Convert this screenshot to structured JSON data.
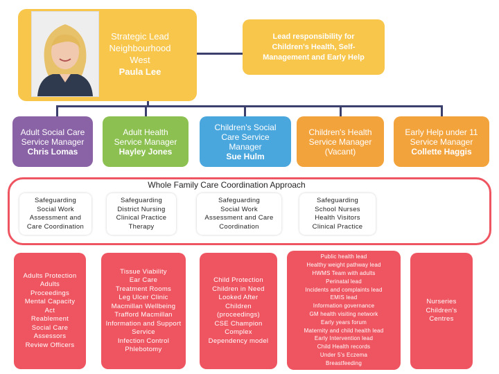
{
  "lead": {
    "title_lines": [
      "Strategic Lead",
      "Neighbourhood",
      "West"
    ],
    "name": "Paula Lee",
    "photo_icon": "person-photo"
  },
  "responsibility": {
    "lines": [
      "Lead responsibility for",
      "Children's Health, Self-",
      "Management and Early Help"
    ]
  },
  "managers": [
    {
      "lines": [
        "Adult Social Care",
        "Service Manager"
      ],
      "name": "Chris Lomas"
    },
    {
      "lines": [
        "Adult Health",
        "Service Manager"
      ],
      "name": "Hayley Jones"
    },
    {
      "lines": [
        "Children's Social",
        "Care Service",
        "Manager"
      ],
      "name": "Sue Hulm"
    },
    {
      "lines": [
        "Children's Health",
        "Service Manager",
        "(Vacant)"
      ],
      "name": ""
    },
    {
      "lines": [
        "Early Help under 11",
        "Service Manager"
      ],
      "name": "Collette Haggis"
    }
  ],
  "approach": {
    "label": "Whole Family  Care Coordination Approach",
    "items": [
      [
        "Safeguarding",
        "Social Work",
        "Assessment and",
        "Care Coordination"
      ],
      [
        "Safeguarding",
        "District Nursing",
        "Clinical Practice",
        "Therapy"
      ],
      [
        "Safeguarding",
        "Social Work",
        "Assessment and Care",
        "Coordination"
      ],
      [
        "Safeguarding",
        "School Nurses",
        "Health Visitors",
        "Clinical Practice"
      ]
    ]
  },
  "teams": [
    [
      "Adults Protection",
      "Adults",
      "Proceedings",
      "Mental Capacity",
      "Act",
      "Reablement",
      "Social Care",
      "Assessors",
      "Review Officers"
    ],
    [
      "Tissue Viability",
      "Ear Care",
      "Treatment Rooms",
      "Leg Ulcer Clinic",
      "Macmillan Wellbeing",
      "Trafford Macmillan",
      "Information and Support",
      "Service",
      "Infection Control",
      "Phlebotomy"
    ],
    [
      "Child Protection",
      "Children in Need",
      "Looked After",
      "Children",
      "(proceedings)",
      "CSE Champion",
      "Complex",
      "Dependency model"
    ],
    [
      "Public health lead",
      "Healthy weight pathway lead",
      "HWMS Team with adults",
      "Perinatal lead",
      "Incidents and complaints lead",
      "EMIS lead",
      "Information governance",
      "GM health visiting network",
      "Early years forum",
      "Maternity and child health lead",
      "Early Intervention lead",
      "Child Health records",
      "Under 5's Eczema",
      "Breastfeeding"
    ],
    [
      "Nurseries",
      "Children's",
      "Centres"
    ]
  ],
  "colors": {
    "yellow": "#f7c64a",
    "purple": "#8a62a6",
    "green": "#8cc152",
    "blue": "#4aa7de",
    "orange": "#f3a33c",
    "pink": "#ef5561",
    "line": "#3a3f6b"
  }
}
